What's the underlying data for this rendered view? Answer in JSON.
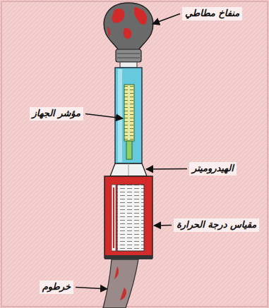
{
  "diagram": {
    "labels": [
      "منفاخ مطاطي",
      "مؤشر الجهاز",
      "الهيدروميتر",
      "مقياس درجة الحرارة",
      "خرطوم"
    ]
  }
}
